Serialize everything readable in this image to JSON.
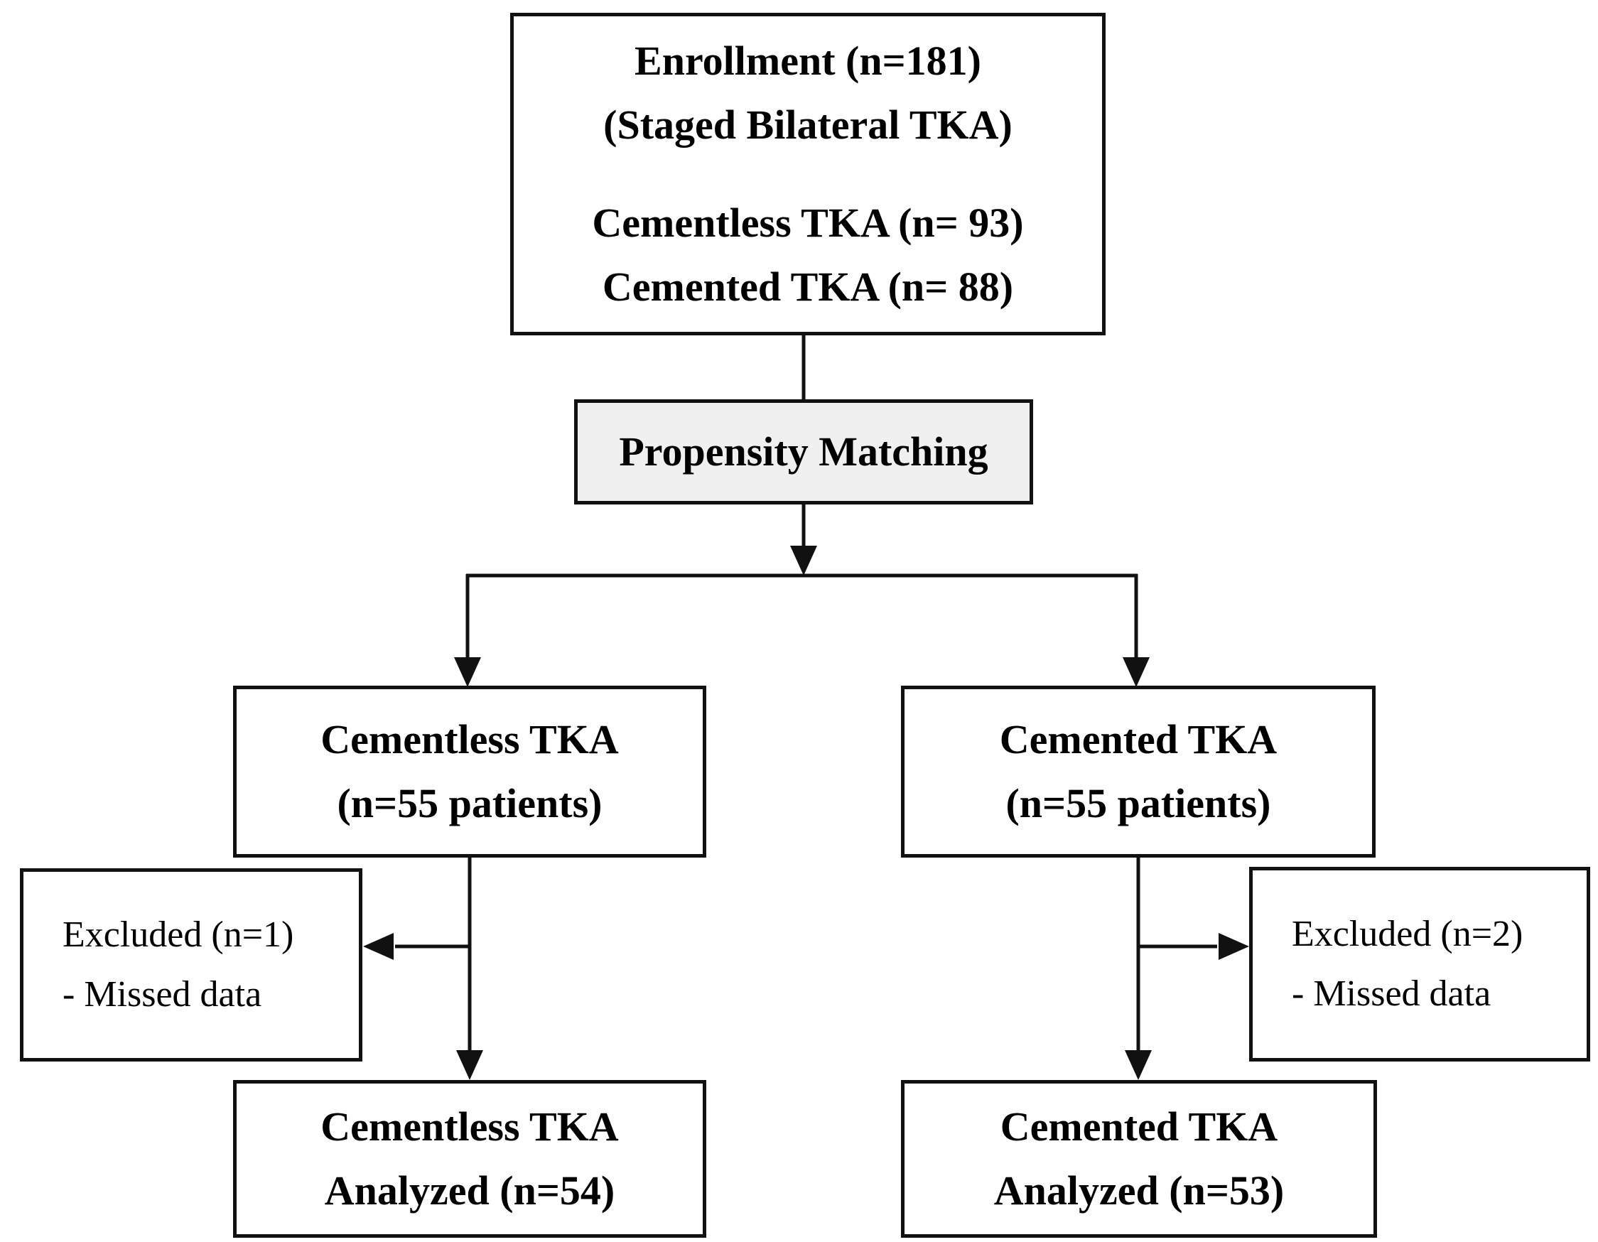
{
  "diagram": {
    "enrollment": {
      "line1": "Enrollment (n=181)",
      "line2": "(Staged Bilateral TKA)",
      "line3": "Cementless TKA (n= 93)",
      "line4": "Cemented TKA (n= 88)"
    },
    "propensity": {
      "label": "Propensity Matching"
    },
    "cementless_group": {
      "line1": "Cementless TKA",
      "line2": "(n=55 patients)"
    },
    "cemented_group": {
      "line1": "Cemented TKA",
      "line2": "(n=55 patients)"
    },
    "excluded_left": {
      "line1": "Excluded (n=1)",
      "line2": "- Missed data"
    },
    "excluded_right": {
      "line1": "Excluded (n=2)",
      "line2": "- Missed data"
    },
    "cementless_analyzed": {
      "line1": "Cementless TKA",
      "line2": "Analyzed (n=54)"
    },
    "cemented_analyzed": {
      "line1": "Cemented TKA",
      "line2": "Analyzed (n=53)"
    }
  },
  "colors": {
    "line": "#111111",
    "propensity_fill": "#f0f0f0",
    "background": "#ffffff"
  }
}
